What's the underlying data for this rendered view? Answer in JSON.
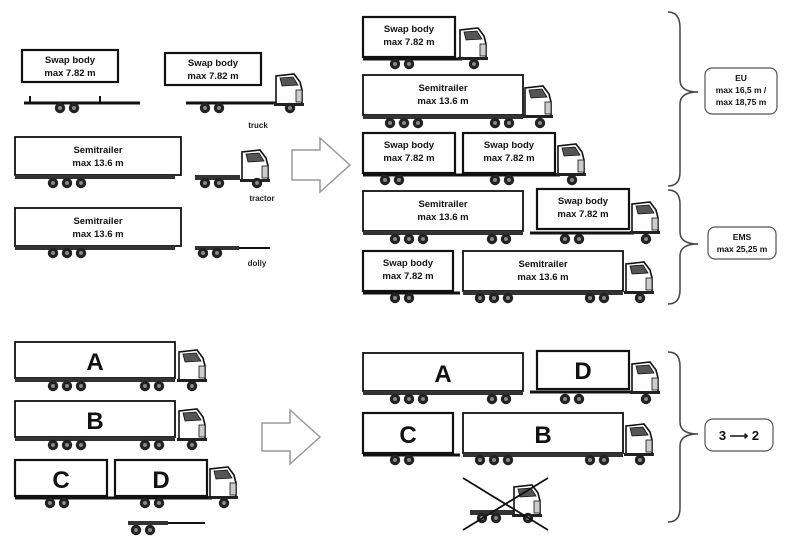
{
  "labels": {
    "swap_body": "Swap body",
    "swap_max": "max 7.82 m",
    "semitrailer": "Semitrailer",
    "semi_max": "max 13.6 m"
  },
  "captions": {
    "truck": "truck",
    "tractor": "tractor",
    "dolly": "dolly"
  },
  "notes": {
    "eu_title": "EU",
    "eu_line1": "max 16,5 m /",
    "eu_line2": "max 18,75 m",
    "ems_title": "EMS",
    "ems_line1": "max 25,25 m",
    "conversion": "3 ⟶ 2"
  },
  "letters": {
    "a": "A",
    "b": "B",
    "c": "C",
    "d": "D"
  }
}
